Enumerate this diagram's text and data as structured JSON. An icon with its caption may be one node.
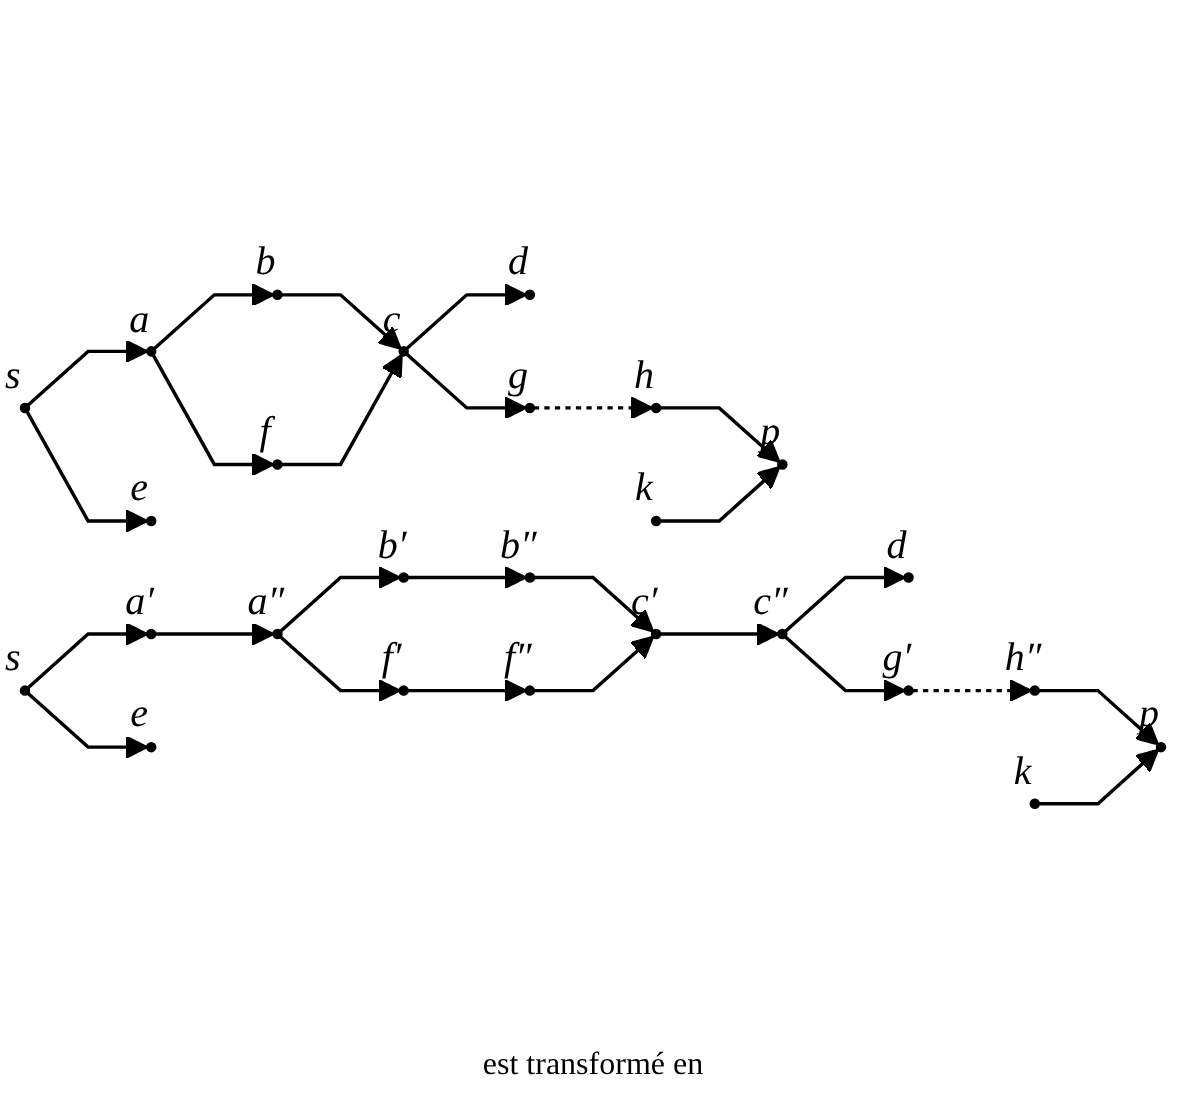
{
  "diagram": {
    "nodes": [
      {
        "text": [],
        "shape": "circle",
        "beside": [
          "s"
        ]
      },
      {
        "text": [],
        "shape": "circle",
        "beside": [
          "a"
        ]
      },
      {
        "text": [],
        "shape": "circle",
        "beside": [
          "b"
        ]
      },
      {
        "text": [],
        "shape": "circle",
        "beside": [
          "d"
        ]
      },
      {
        "text": [],
        "shape": "circle",
        "beside": [
          "c"
        ]
      },
      {
        "text": [],
        "shape": "circle",
        "beside": [
          "h"
        ]
      },
      {
        "text": [],
        "shape": "circle",
        "beside": [
          "f"
        ]
      },
      {
        "text": [],
        "shape": "circle",
        "beside": [
          "g"
        ]
      },
      {
        "text": [],
        "shape": "circle",
        "beside": [
          "p"
        ]
      },
      {
        "text": [],
        "shape": "circle",
        "beside": [
          "e"
        ]
      },
      {
        "text": [],
        "shape": "circle",
        "beside": [
          "k"
        ]
      },
      {
        "text": [],
        "shape": "circle",
        "beside": [
          "s"
        ]
      },
      {
        "text": [],
        "shape": "circle",
        "beside": [
          "a′"
        ]
      },
      {
        "text": [],
        "shape": "circle",
        "beside": [
          "a″"
        ]
      },
      {
        "text": [],
        "shape": "circle",
        "beside": [
          "b′"
        ]
      },
      {
        "text": [],
        "shape": "circle",
        "beside": [
          "b″"
        ]
      },
      {
        "text": [],
        "shape": "circle",
        "beside": [
          "f′"
        ]
      },
      {
        "text": [],
        "shape": "circle",
        "beside": [
          "f″"
        ]
      },
      {
        "text": [],
        "shape": "circle",
        "beside": [
          "c′"
        ]
      },
      {
        "text": [],
        "shape": "circle",
        "beside": [
          "c″"
        ]
      },
      {
        "text": [],
        "shape": "circle",
        "beside": [
          "d"
        ]
      },
      {
        "text": [],
        "shape": "circle",
        "beside": [
          "g′"
        ]
      },
      {
        "text": [],
        "shape": "circle",
        "beside": [
          "e"
        ]
      },
      {
        "text": [],
        "shape": "circle",
        "beside": [
          "h″"
        ]
      },
      {
        "text": [],
        "shape": "circle",
        "beside": [
          "k"
        ]
      },
      {
        "text": [],
        "shape": "circle",
        "beside": [
          "p"
        ]
      }
    ],
    "edges": [
      {
        "from": 0,
        "to": 1,
        "arrow": "to"
      },
      {
        "from": 0,
        "to": 9,
        "arrow": "to"
      },
      {
        "from": 1,
        "to": 2,
        "arrow": "to"
      },
      {
        "from": 1,
        "to": 6,
        "arrow": "to"
      },
      {
        "from": 2,
        "to": 4,
        "arrow": "to"
      },
      {
        "from": 6,
        "to": 4,
        "arrow": "to"
      },
      {
        "from": 4,
        "to": 3,
        "arrow": "to"
      },
      {
        "from": 4,
        "to": 7,
        "arrow": "to"
      },
      {
        "from": 7,
        "to": 5,
        "arrow": "to",
        "style": "dashed"
      },
      {
        "from": 5,
        "to": 8,
        "arrow": "to"
      },
      {
        "from": 10,
        "to": 8,
        "arrow": "to"
      },
      {
        "from": 11,
        "to": 12,
        "arrow": "to"
      },
      {
        "from": 11,
        "to": 22,
        "arrow": "to"
      },
      {
        "from": 12,
        "to": 13,
        "arrow": "to"
      },
      {
        "from": 13,
        "to": 14,
        "arrow": "to"
      },
      {
        "from": 13,
        "to": 16,
        "arrow": "to"
      },
      {
        "from": 14,
        "to": 15,
        "arrow": "to"
      },
      {
        "from": 16,
        "to": 17,
        "arrow": "to"
      },
      {
        "from": 15,
        "to": 18,
        "arrow": "to"
      },
      {
        "from": 17,
        "to": 18,
        "arrow": "to"
      },
      {
        "from": 18,
        "to": 19,
        "arrow": "to"
      },
      {
        "from": 19,
        "to": 20,
        "arrow": "to"
      },
      {
        "from": 19,
        "to": 21,
        "arrow": "to"
      },
      {
        "from": 21,
        "to": 23,
        "arrow": "to",
        "style": "dashed"
      },
      {
        "from": 23,
        "to": 25,
        "arrow": "to"
      },
      {
        "from": 24,
        "to": 25,
        "arrow": "to"
      }
    ],
    "labels": [
      "est transformé en"
    ]
  }
}
